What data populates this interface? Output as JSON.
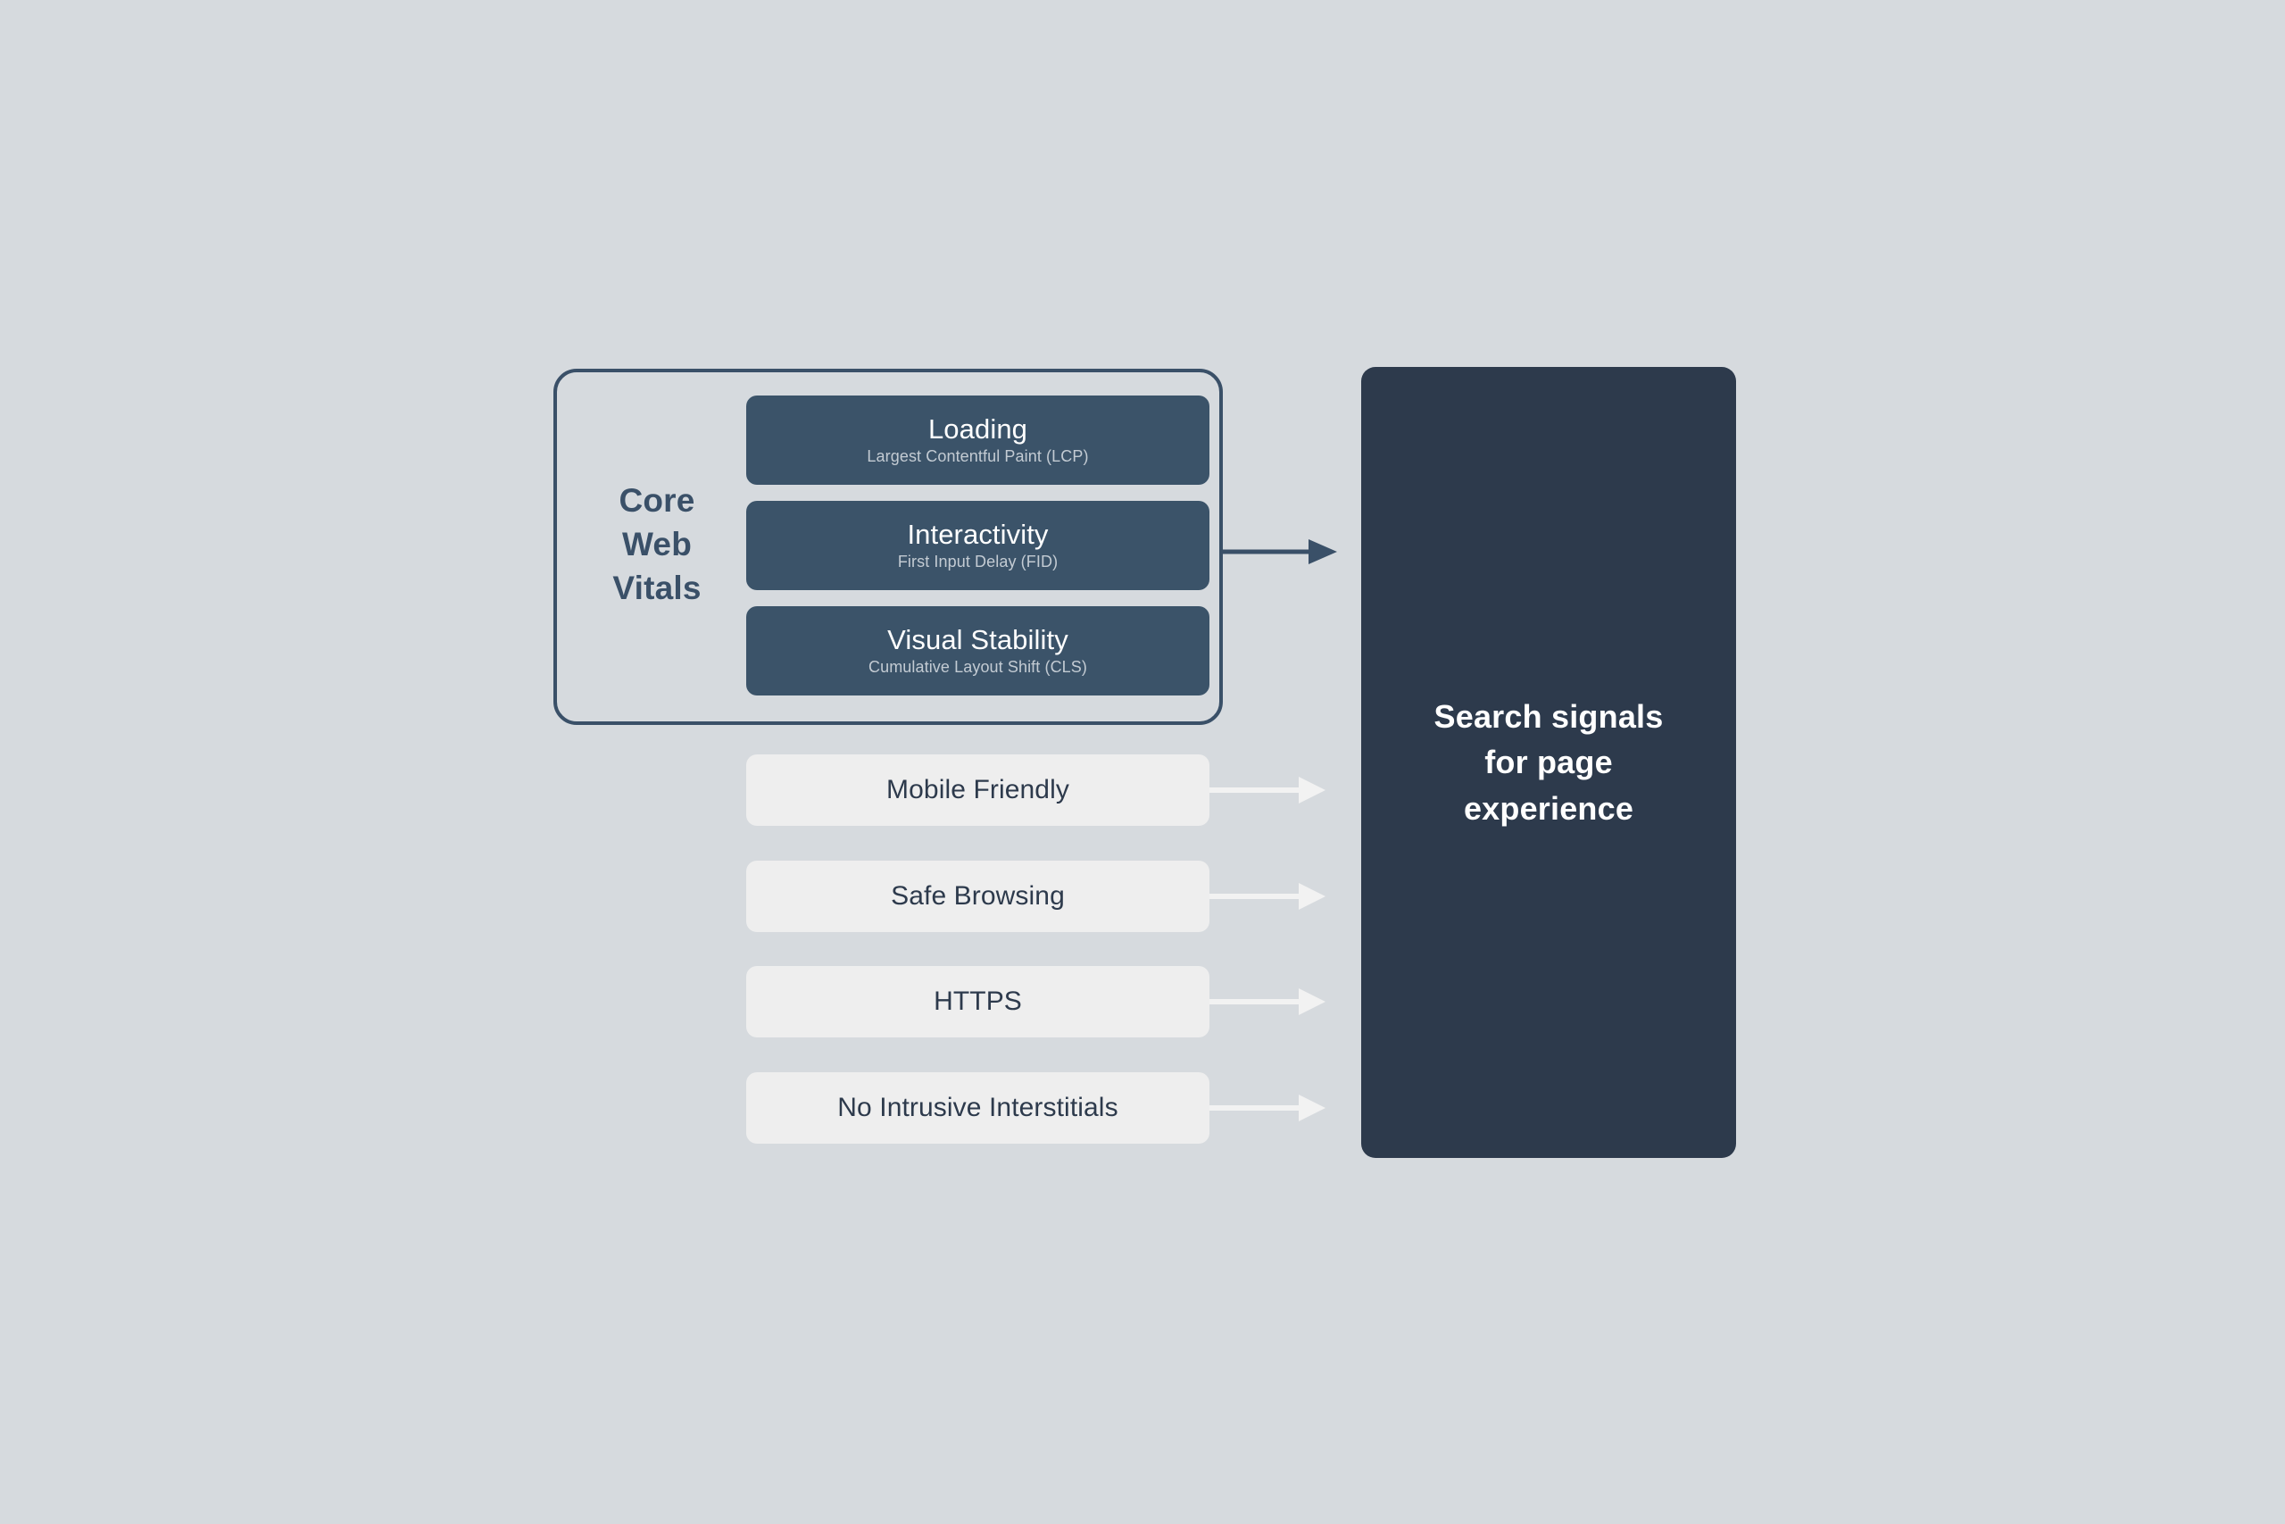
{
  "theme": {
    "background": "#d6dade",
    "group_border": "#3a5068",
    "metric_card_fill": "#3b5369",
    "metric_title_color": "#ffffff",
    "metric_sub_color": "#c3cbd3",
    "signal_card_fill": "#eeeeee",
    "signal_label_color": "#2d3a4c",
    "outcome_panel_fill": "#2d3a4c",
    "outcome_text_color": "#ffffff",
    "dark_arrow_color": "#3a5068",
    "light_arrow_color": "#f2f2f2"
  },
  "core_web_vitals": {
    "group_label_lines": [
      "Core",
      "Web",
      "Vitals"
    ],
    "group_label_text": "Core Web Vitals",
    "metrics": [
      {
        "title": "Loading",
        "subtitle": "Largest Contentful Paint (LCP)",
        "abbr": "LCP"
      },
      {
        "title": "Interactivity",
        "subtitle": "First Input Delay (FID)",
        "abbr": "FID"
      },
      {
        "title": "Visual Stability",
        "subtitle": "Cumulative Layout Shift (CLS)",
        "abbr": "CLS"
      }
    ]
  },
  "other_signals": [
    {
      "label": "Mobile Friendly"
    },
    {
      "label": "Safe Browsing"
    },
    {
      "label": "HTTPS"
    },
    {
      "label": "No Intrusive Interstitials"
    }
  ],
  "outcome": {
    "lines": [
      "Search signals",
      "for page",
      "experience"
    ],
    "text": "Search signals for page experience"
  },
  "arrows": {
    "from_core_web_vitals": "arrow-right",
    "from_signals": "arrow-right"
  }
}
